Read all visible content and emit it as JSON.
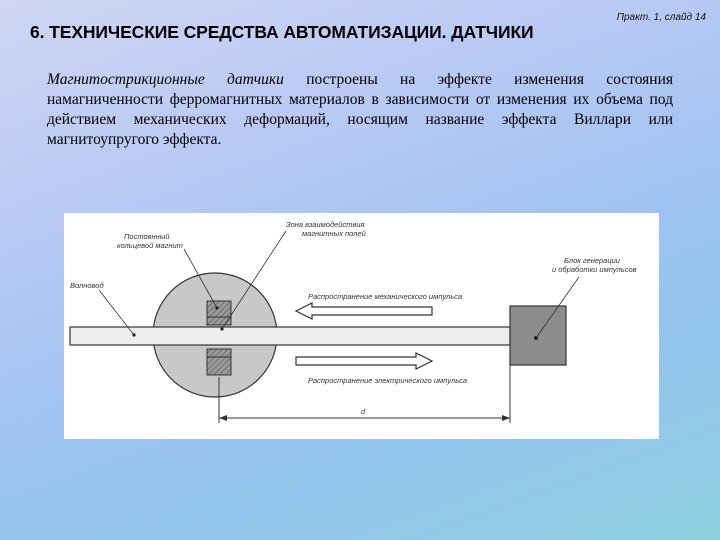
{
  "header": {
    "slide_ref": "Практ. 1, слайд 14",
    "title": "6. ТЕХНИЧЕСКИЕ СРЕДСТВА АВТОМАТИЗАЦИИ. ДАТЧИКИ"
  },
  "body": {
    "term": "Магнитострикционные датчики",
    "text": " построены на эффекте изменения состояния намагниченности ферромагнитных материалов в зависимости от изменения их объема под действием механических деформаций, носящим название эффекта Виллари или магнитоупругого эффекта."
  },
  "diagram": {
    "labels": {
      "magnet_line1": "Постоянный",
      "magnet_line2": "кольцевой магнит",
      "zone_line1": "Зона взаимодействия",
      "zone_line2": "магнитных полей",
      "waveguide": "Волновод",
      "generator_line1": "Блок генерации",
      "generator_line2": "и обработки импульсов",
      "mech_pulse": "Распространение механического импульса",
      "elec_pulse": "Распространение электрического импульса",
      "distance": "d"
    },
    "colors": {
      "disc": "#c8c8c8",
      "bar": "#eeeeee",
      "box": "#8c8c8c",
      "outline": "#333333"
    }
  }
}
